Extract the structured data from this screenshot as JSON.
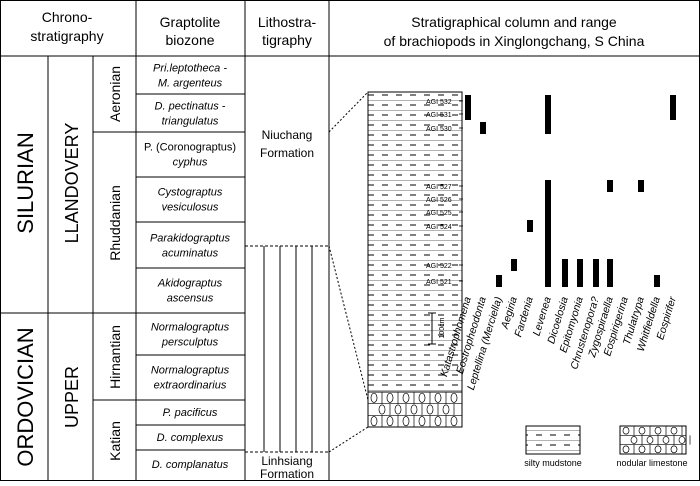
{
  "headers": {
    "chrono": [
      "Chrono-",
      "stratigraphy"
    ],
    "graptolite": [
      "Graptolite",
      "biozone"
    ],
    "litho": [
      "Lithostra-",
      "tigraphy"
    ],
    "column": [
      "Stratigraphical column and range",
      "of brachiopods in Xinglongchang, S China"
    ]
  },
  "systems": [
    {
      "label": "SILURIAN",
      "series": "LLANDOVERY"
    },
    {
      "label": "ORDOVICIAN",
      "series": "UPPER"
    }
  ],
  "stages": [
    "Aeronian",
    "Rhuddanian",
    "Hirnantian",
    "Katian"
  ],
  "biozones": [
    {
      "lines": [
        {
          "italic": true,
          "text": "Pri.leptotheca -"
        },
        {
          "italic": true,
          "text": "M. argenteus"
        }
      ]
    },
    {
      "lines": [
        {
          "italic": true,
          "text": "D. pectinatus -"
        },
        {
          "italic": true,
          "text": "triangulatus"
        }
      ]
    },
    {
      "lines": [
        {
          "italic": false,
          "text": "P. (Coronograptus)"
        },
        {
          "italic": true,
          "text": "cyphus"
        }
      ]
    },
    {
      "lines": [
        {
          "italic": true,
          "text": "Cystograptus"
        },
        {
          "italic": true,
          "text": "vesiculosus"
        }
      ]
    },
    {
      "lines": [
        {
          "italic": true,
          "text": "Parakidograptus"
        },
        {
          "italic": true,
          "text": "acuminatus"
        }
      ]
    },
    {
      "lines": [
        {
          "italic": true,
          "text": "Akidograptus"
        },
        {
          "italic": true,
          "text": "ascensus"
        }
      ]
    },
    {
      "lines": [
        {
          "italic": true,
          "text": "Normalograptus"
        },
        {
          "italic": true,
          "text": "persculptus"
        }
      ]
    },
    {
      "lines": [
        {
          "italic": true,
          "text": "Normalograptus"
        },
        {
          "italic": true,
          "text": "extraordinarius"
        }
      ]
    },
    {
      "lines": [
        {
          "italic": true,
          "text": "P. pacificus"
        }
      ]
    },
    {
      "lines": [
        {
          "italic": true,
          "text": "D. complexus"
        }
      ]
    },
    {
      "lines": [
        {
          "italic": true,
          "text": "D. complanatus"
        }
      ]
    }
  ],
  "formations": [
    {
      "lines": [
        "Niuchang",
        "Formation"
      ]
    },
    {
      "lines": [
        "Linhsiang",
        "Formation"
      ]
    }
  ],
  "samples": [
    "AGI 532",
    "AGI 531",
    "AGI 530",
    "AGI 527",
    "AGI 526",
    "AGI 525",
    "AGI 524",
    "AGI 522",
    "AGI 521"
  ],
  "taxa": [
    "Katastrophomena",
    "Eostropheodonta",
    "Leptellina (Merciella)",
    "Aegiria",
    "Fardenia",
    "Levenea",
    "Dicoelosia",
    "Epitomyonia",
    "Chrustenopora?",
    "Zygospiraella",
    "Eospirigerina",
    "Thulatrypa",
    "Whitfieldella",
    "Eospirifer"
  ],
  "scale_label": "100cm",
  "legend": [
    "silty mudstone",
    "nodular limestone"
  ]
}
